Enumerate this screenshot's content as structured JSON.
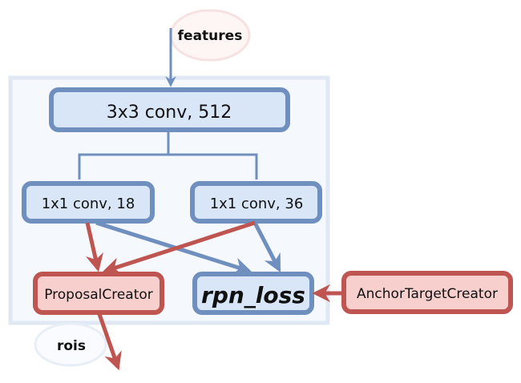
{
  "colors": {
    "blue_stroke": "#6f8fbf",
    "blue_fill": "#d8e6f8",
    "red_stroke": "#bf5550",
    "red_fill": "#f7cfcd",
    "container_fill": "#f5f8fd",
    "container_stroke": "#e0e8f3"
  },
  "nodes": {
    "features": "features",
    "conv3": "3x3 conv, 512",
    "conv18": "1x1 conv, 18",
    "conv36": "1x1 conv, 36",
    "proposal": "ProposalCreator",
    "loss": "rpn_loss",
    "anchor": "AnchorTargetCreator",
    "rois": "rois"
  },
  "edges": [
    {
      "from": "features",
      "to": "3x3 conv, 512",
      "color": "blue"
    },
    {
      "from": "3x3 conv, 512",
      "to": "1x1 conv, 18",
      "color": "blue"
    },
    {
      "from": "3x3 conv, 512",
      "to": "1x1 conv, 36",
      "color": "blue"
    },
    {
      "from": "1x1 conv, 18",
      "to": "ProposalCreator",
      "color": "red"
    },
    {
      "from": "1x1 conv, 36",
      "to": "ProposalCreator",
      "color": "red"
    },
    {
      "from": "1x1 conv, 18",
      "to": "rpn_loss",
      "color": "blue"
    },
    {
      "from": "1x1 conv, 36",
      "to": "rpn_loss",
      "color": "blue"
    },
    {
      "from": "AnchorTargetCreator",
      "to": "rpn_loss",
      "color": "red"
    },
    {
      "from": "ProposalCreator",
      "to": "rois",
      "color": "red"
    }
  ]
}
